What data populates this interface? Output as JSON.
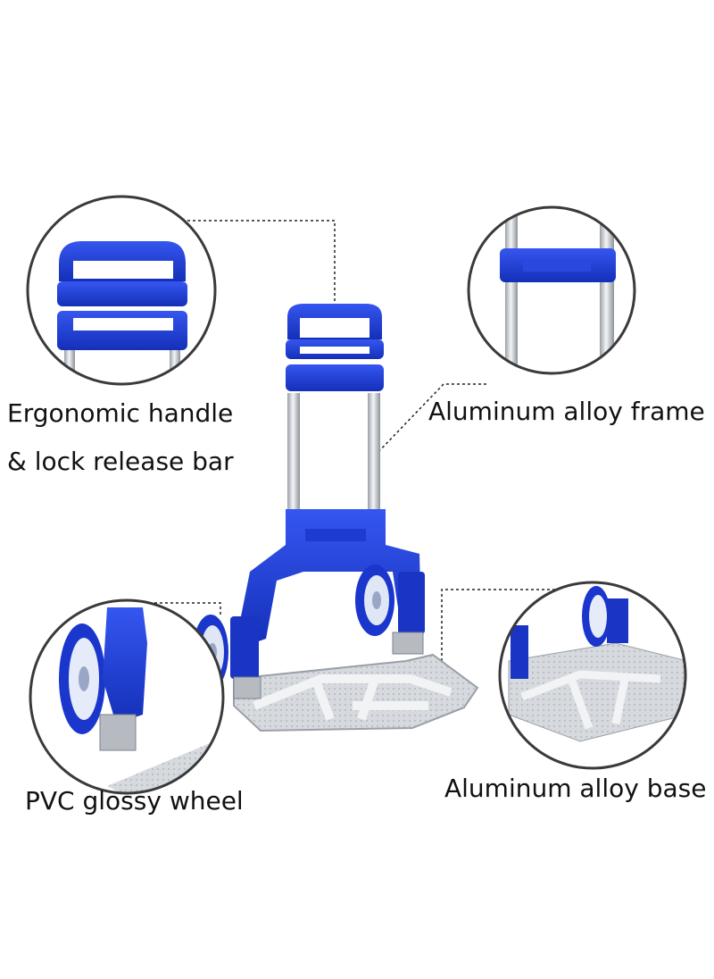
{
  "labels": {
    "handle_line1": "Ergonomic handle",
    "handle_line2": "& lock release bar",
    "frame": "Aluminum alloy frame",
    "wheel": "PVC glossy wheel",
    "base": "Aluminum alloy base"
  },
  "colors": {
    "plastic_blue": "#1f3fd6",
    "plastic_blue_dark": "#10279a",
    "aluminum": "#c9ccd3",
    "aluminum_dark": "#8f949c",
    "circle_border": "#3a3a3a",
    "leader_line": "#222222"
  }
}
